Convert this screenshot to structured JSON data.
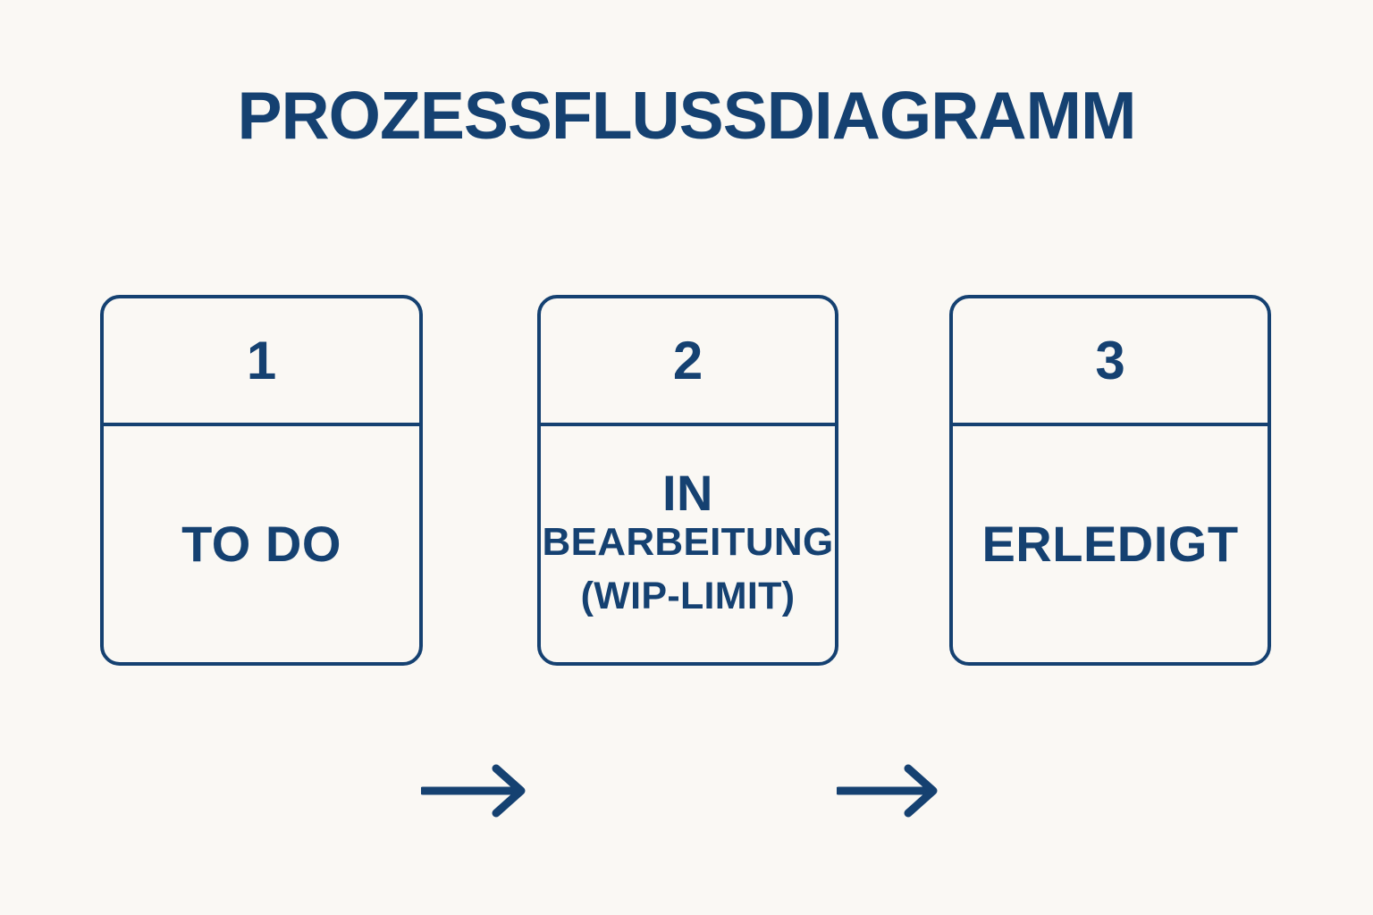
{
  "page": {
    "title": "PROZESSFLUSSDIAGRAMM",
    "background_color": "#faf8f4",
    "accent_color": "#154171"
  },
  "diagram": {
    "type": "process-flow",
    "orientation": "horizontal",
    "nodes": [
      {
        "number": "1",
        "label_lines": [
          "TO DO"
        ],
        "label_main": "TO DO",
        "label_sub": "",
        "label_sub2": ""
      },
      {
        "number": "2",
        "label_lines": [
          "IN",
          "BEARBEITUNG",
          "(WIP-LIMIT)"
        ],
        "label_main": "IN",
        "label_sub": "BEARBEITUNG",
        "label_sub2": "(WIP-LIMIT)"
      },
      {
        "number": "3",
        "label_lines": [
          "ERLEDIGT"
        ],
        "label_main": "ERLEDIGT",
        "label_sub": "",
        "label_sub2": ""
      }
    ],
    "connectors": [
      {
        "from": "1",
        "to": "2",
        "icon": "arrow-right-icon"
      },
      {
        "from": "2",
        "to": "3",
        "icon": "arrow-right-icon"
      }
    ]
  }
}
